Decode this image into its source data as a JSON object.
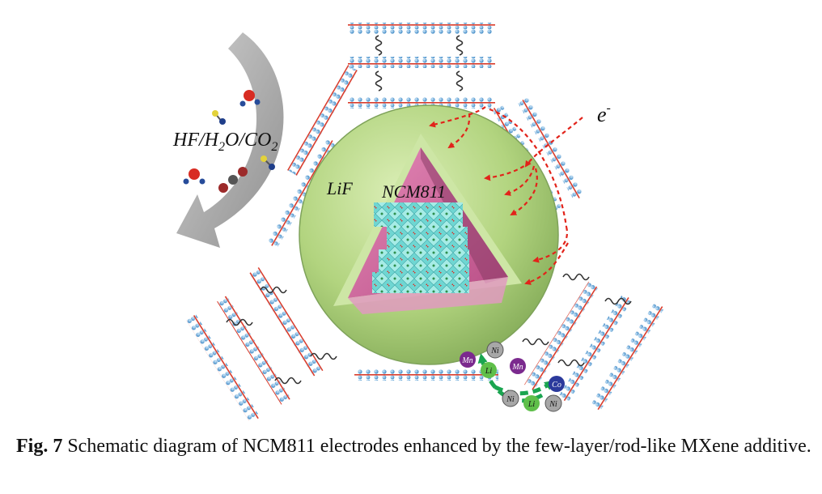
{
  "labels": {
    "gases": "HF/H",
    "gases_sub1": "2",
    "gases_mid": "O/CO",
    "gases_sub2": "2",
    "electron": "e",
    "electron_sup": "-",
    "shell": "LiF",
    "core": "NCM811"
  },
  "ions": {
    "ni": "Ni",
    "mn": "Mn",
    "li": "Li",
    "co": "Co"
  },
  "caption": {
    "label": "Fig. 7",
    "text": " Schematic diagram of NCM811 electrodes enhanced by the few-layer/rod-like MXene additive."
  },
  "colors": {
    "shell": "#b9d98a",
    "core": "#c85f94",
    "arrow": "#e2231a",
    "ion_path": "#1aa550",
    "mxene_atom": "#5aa7d8",
    "mxene_bond": "#d83a2a"
  }
}
